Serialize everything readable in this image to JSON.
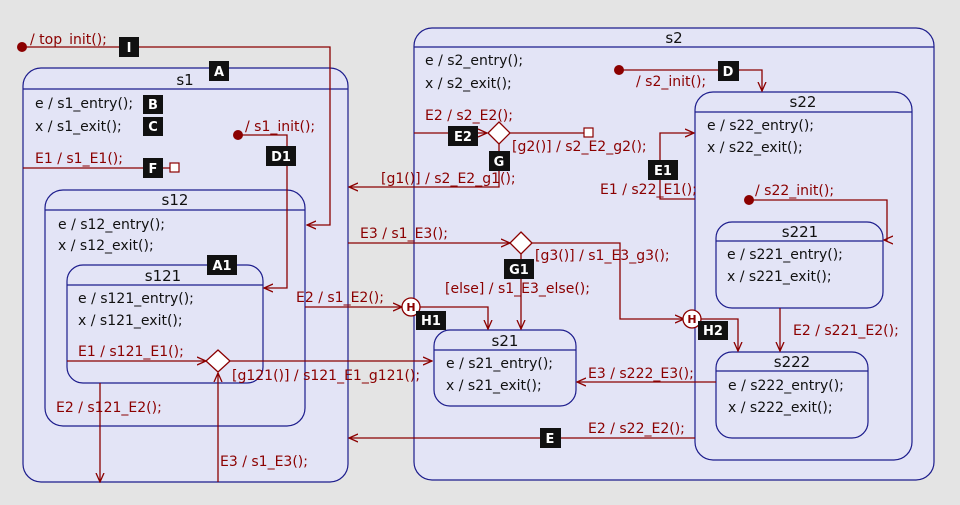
{
  "states": {
    "s1": {
      "name": "s1",
      "entry": "e / s1_entry();",
      "exit": "x / s1_exit();"
    },
    "s12": {
      "name": "s12",
      "entry": "e / s12_entry();",
      "exit": "x / s12_exit();"
    },
    "s121": {
      "name": "s121",
      "entry": "e / s121_entry();",
      "exit": "x / s121_exit();"
    },
    "s2": {
      "name": "s2",
      "entry": "e / s2_entry();",
      "exit": "x / s2_exit();"
    },
    "s21": {
      "name": "s21",
      "entry": "e / s21_entry();",
      "exit": "x / s21_exit();"
    },
    "s22": {
      "name": "s22",
      "entry": "e / s22_entry();",
      "exit": "x / s22_exit();"
    },
    "s221": {
      "name": "s221",
      "entry": "e / s221_entry();",
      "exit": "x / s221_exit();"
    },
    "s222": {
      "name": "s222",
      "entry": "e / s222_entry();",
      "exit": "x / s222_exit();"
    }
  },
  "transitions": {
    "top_init": "/ top_init();",
    "s1_init": "/ s1_init();",
    "s1_E1": "E1 / s1_E1();",
    "s121_E1": "E1 / s121_E1();",
    "g121": "[g121()] / s121_E1_g121();",
    "s121_E2": "E2 / s121_E2();",
    "s1_E3_bottom": "E3 / s1_E3();",
    "s1_E2": "E2 / s1_E2();",
    "s1_E3": "E3 / s1_E3();",
    "g3": "[g3()] / s1_E3_g3();",
    "else": "[else] / s1_E3_else();",
    "s2_init": "/ s2_init();",
    "s2_E2": "E2 / s2_E2();",
    "g2": "[g2()] / s2_E2_g2();",
    "g1": "[g1()] / s2_E2_g1();",
    "s22_E1": "E1 / s22_E1();",
    "s22_init": "/ s22_init();",
    "s221_E2": "E2 / s221_E2();",
    "s222_E3": "E3 / s222_E3();",
    "s22_E2": "E2 / s22_E2();"
  },
  "badges": {
    "I": "I",
    "A": "A",
    "B": "B",
    "C": "C",
    "D1": "D1",
    "F": "F",
    "A1": "A1",
    "D": "D",
    "E2": "E2",
    "G": "G",
    "E1": "E1",
    "G1": "G1",
    "H1": "H1",
    "H2": "H2",
    "E": "E"
  },
  "history": {
    "h1": "H",
    "h2": "H"
  }
}
